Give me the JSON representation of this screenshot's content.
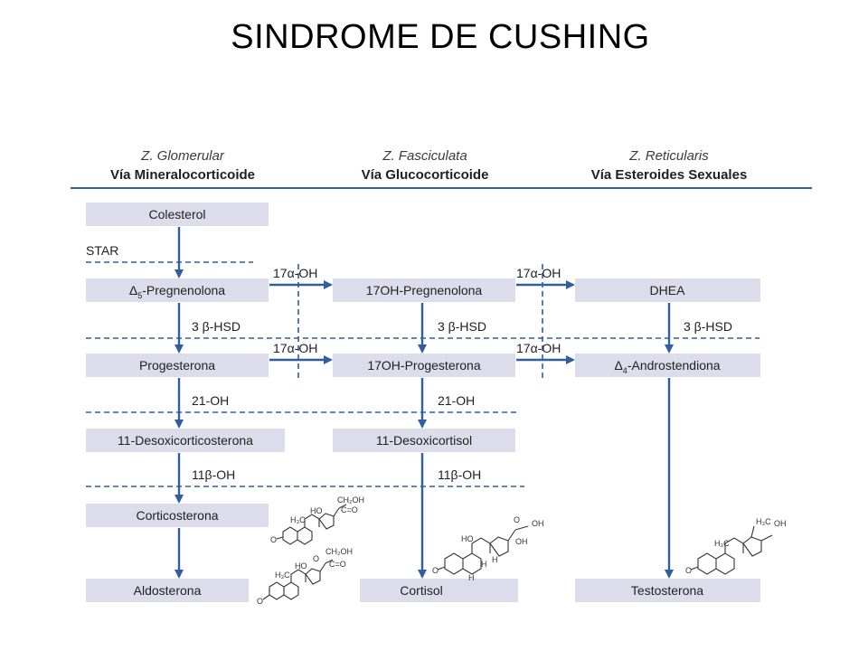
{
  "title": "SINDROME DE CUSHING",
  "columns": [
    {
      "zone": "Z. Glomerular",
      "pathway": "Vía Mineralocorticoide"
    },
    {
      "zone": "Z. Fasciculata",
      "pathway": "Vía Glucocorticoide"
    },
    {
      "zone": "Z. Reticularis",
      "pathway": "Vía Esteroides Sexuales"
    }
  ],
  "boxes": {
    "colesterol": "Colesterol",
    "pregnenolona": "-Pregnenolona",
    "pregnenolona_prefix": "Δ",
    "pregnenolona_sub": "5",
    "oh_pregnenolona": "17OH-Pregnenolona",
    "dhea": "DHEA",
    "progesterona": "Progesterona",
    "oh_progesterona": "17OH-Progesterona",
    "androstendiona": "-Androstendiona",
    "androstendiona_prefix": "Δ",
    "androstendiona_sub": "4",
    "desoxicorticosterona": "11-Desoxicorticosterona",
    "desoxicortisol": "11-Desoxicortisol",
    "corticosterona": "Corticosterona",
    "aldosterona": "Aldosterona",
    "cortisol": "Cortisol",
    "testosterona": "Testosterona"
  },
  "enzymes": {
    "star": "STAR",
    "oh17": "17α-OH",
    "hsd3b": "3 β-HSD",
    "oh21": "21-OH",
    "oh11b": "11β-OH"
  },
  "molecule_labels": {
    "corticosterona": [
      "CH₂OH",
      "C=O",
      "HO",
      "H₃C",
      "O"
    ],
    "aldosterona": [
      "CH₂OH",
      "O",
      "C=O",
      "HO",
      "H₃C",
      "O"
    ],
    "cortisol": [
      "O",
      "OH",
      "HO",
      "OH",
      "O",
      "H",
      "H",
      "H"
    ],
    "testosterona": [
      "H₃C",
      "OH",
      "H₃C",
      "O"
    ]
  },
  "colors": {
    "arrow": "#2f5f9e",
    "box": "#dcdcea",
    "rule": "#2f5f9e"
  }
}
